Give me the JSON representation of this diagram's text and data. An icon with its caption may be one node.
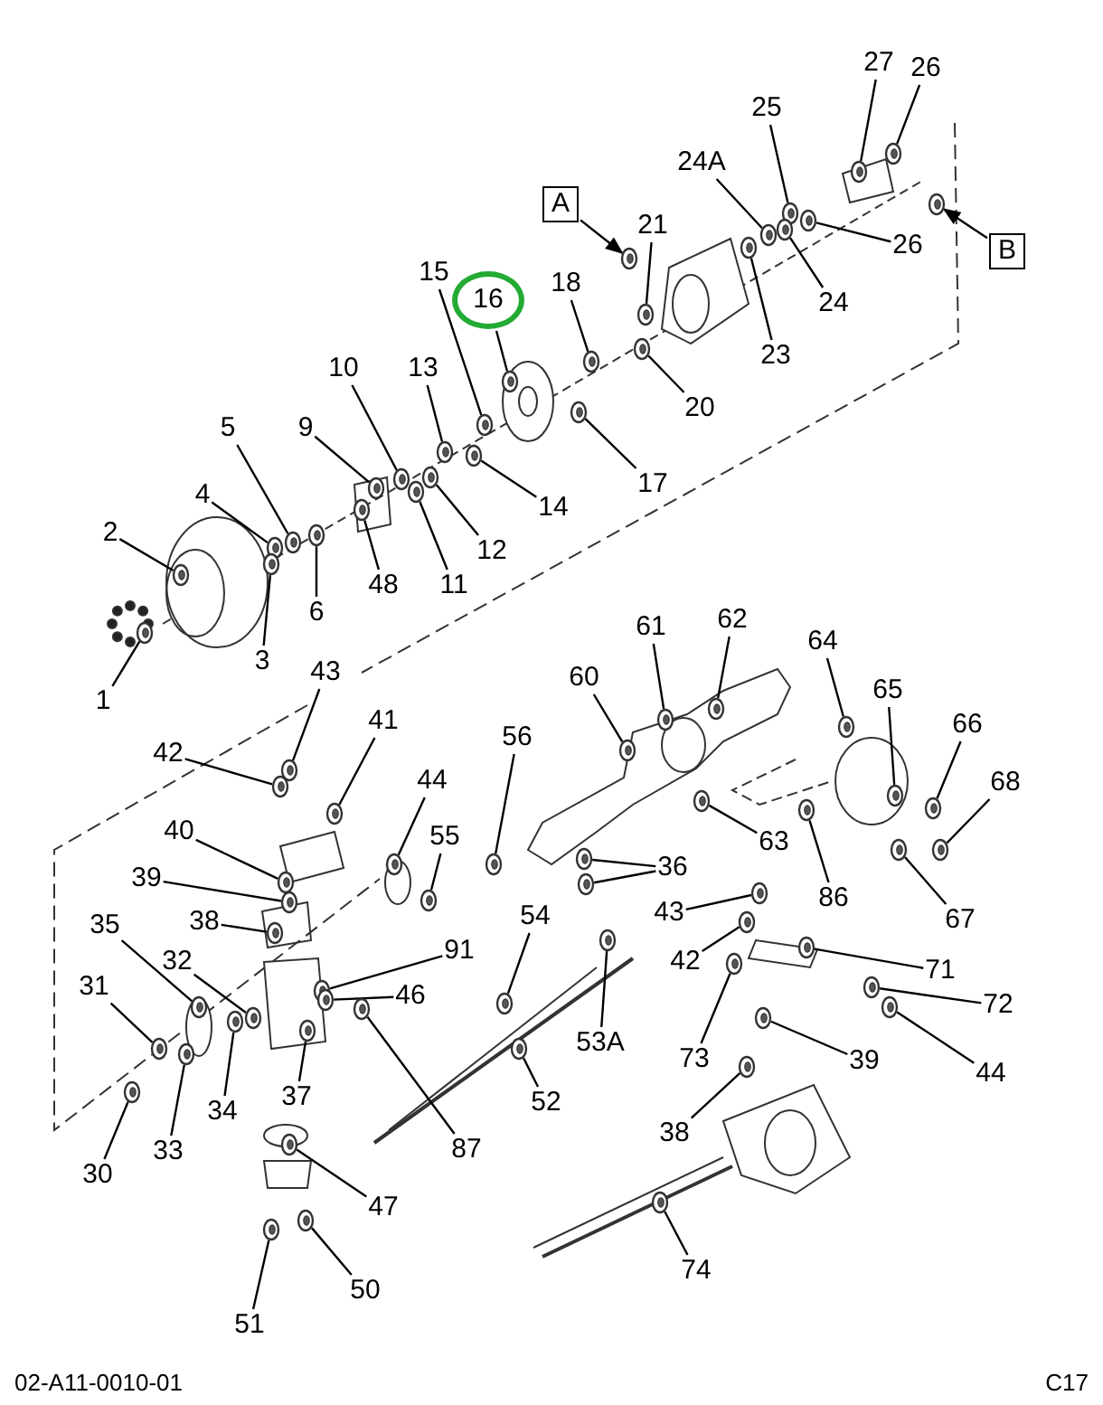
{
  "diagram": {
    "nodes": [
      {
        "text": [
          "27"
        ]
      },
      {
        "text": [
          "26"
        ]
      },
      {
        "text": [
          "25"
        ]
      },
      {
        "text": [
          "24A"
        ]
      },
      {
        "text": [
          "26"
        ]
      },
      {
        "text": [
          "24"
        ]
      },
      {
        "text": [
          "23"
        ]
      },
      {
        "text": [
          "21"
        ]
      },
      {
        "text": [
          "A"
        ]
      },
      {
        "text": [
          "B"
        ]
      },
      {
        "text": [
          "18"
        ]
      },
      {
        "text": [
          "20"
        ]
      },
      {
        "text": [
          "17"
        ]
      },
      {
        "text": [
          "16"
        ]
      },
      {
        "text": [
          "15"
        ]
      },
      {
        "text": [
          "14"
        ]
      },
      {
        "text": [
          "13"
        ]
      },
      {
        "text": [
          "12"
        ]
      },
      {
        "text": [
          "10"
        ]
      },
      {
        "text": [
          "11"
        ]
      },
      {
        "text": [
          "9"
        ]
      },
      {
        "text": [
          "48"
        ]
      },
      {
        "text": [
          "5"
        ]
      },
      {
        "text": [
          "4"
        ]
      },
      {
        "text": [
          "6"
        ]
      },
      {
        "text": [
          "2"
        ]
      },
      {
        "text": [
          "3"
        ]
      },
      {
        "text": [
          "1"
        ]
      },
      {
        "text": [
          "43"
        ]
      },
      {
        "text": [
          "42"
        ]
      },
      {
        "text": [
          "41"
        ]
      },
      {
        "text": [
          "44"
        ]
      },
      {
        "text": [
          "56"
        ]
      },
      {
        "text": [
          "55"
        ]
      },
      {
        "text": [
          "40"
        ]
      },
      {
        "text": [
          "39"
        ]
      },
      {
        "text": [
          "38"
        ]
      },
      {
        "text": [
          "91"
        ]
      },
      {
        "text": [
          "35"
        ]
      },
      {
        "text": [
          "32"
        ]
      },
      {
        "text": [
          "46"
        ]
      },
      {
        "text": [
          "31"
        ]
      },
      {
        "text": [
          "34"
        ]
      },
      {
        "text": [
          "33"
        ]
      },
      {
        "text": [
          "37"
        ]
      },
      {
        "text": [
          "30"
        ]
      },
      {
        "text": [
          "87"
        ]
      },
      {
        "text": [
          "54"
        ]
      },
      {
        "text": [
          "52"
        ]
      },
      {
        "text": [
          "53A"
        ]
      },
      {
        "text": [
          "60"
        ]
      },
      {
        "text": [
          "61"
        ]
      },
      {
        "text": [
          "62"
        ]
      },
      {
        "text": [
          "64"
        ]
      },
      {
        "text": [
          "65"
        ]
      },
      {
        "text": [
          "66"
        ]
      },
      {
        "text": [
          "68"
        ]
      },
      {
        "text": [
          "63"
        ]
      },
      {
        "text": [
          "36"
        ]
      },
      {
        "text": [
          "86"
        ]
      },
      {
        "text": [
          "67"
        ]
      },
      {
        "text": [
          "43"
        ]
      },
      {
        "text": [
          "42"
        ]
      },
      {
        "text": [
          "71"
        ]
      },
      {
        "text": [
          "72"
        ]
      },
      {
        "text": [
          "73"
        ]
      },
      {
        "text": [
          "39"
        ]
      },
      {
        "text": [
          "44"
        ]
      },
      {
        "text": [
          "38"
        ]
      },
      {
        "text": [
          "47"
        ]
      },
      {
        "text": [
          "74"
        ]
      },
      {
        "text": [
          "50"
        ]
      },
      {
        "text": [
          "51"
        ]
      },
      {
        "text": [],
        "shape": "picture"
      },
      {
        "text": [],
        "shape": "picture"
      },
      {
        "text": [],
        "shape": "picture"
      },
      {
        "text": [],
        "shape": "picture"
      },
      {
        "text": [],
        "shape": "picture"
      },
      {
        "text": [],
        "shape": "picture"
      },
      {
        "text": [],
        "shape": "picture"
      },
      {
        "text": [],
        "shape": "picture"
      },
      {
        "text": [],
        "shape": "picture"
      },
      {
        "text": [],
        "shape": "picture"
      },
      {
        "text": [],
        "shape": "picture"
      },
      {
        "text": [],
        "shape": "picture"
      },
      {
        "text": [],
        "shape": "picture"
      },
      {
        "text": [],
        "shape": "picture"
      },
      {
        "text": [],
        "shape": "picture"
      },
      {
        "text": [],
        "shape": "picture"
      },
      {
        "text": [],
        "shape": "picture"
      },
      {
        "text": [],
        "shape": "picture"
      },
      {
        "text": [],
        "shape": "picture"
      },
      {
        "text": [],
        "shape": "picture"
      },
      {
        "text": [],
        "shape": "picture"
      },
      {
        "text": [],
        "shape": "picture"
      },
      {
        "text": [],
        "shape": "picture"
      },
      {
        "text": [],
        "shape": "picture"
      },
      {
        "text": [],
        "shape": "picture"
      },
      {
        "text": [],
        "shape": "picture"
      },
      {
        "text": [],
        "shape": "picture"
      },
      {
        "text": [],
        "shape": "picture"
      },
      {
        "text": [],
        "shape": "picture"
      },
      {
        "text": [],
        "shape": "picture"
      },
      {
        "text": [],
        "shape": "picture"
      },
      {
        "text": [],
        "shape": "picture"
      },
      {
        "text": [],
        "shape": "picture"
      },
      {
        "text": [],
        "shape": "picture"
      },
      {
        "text": [],
        "shape": "picture"
      },
      {
        "text": [],
        "shape": "picture"
      },
      {
        "text": [],
        "shape": "picture"
      },
      {
        "text": [],
        "shape": "picture"
      },
      {
        "text": [],
        "shape": "picture"
      },
      {
        "text": [],
        "shape": "picture"
      },
      {
        "text": [],
        "shape": "picture"
      },
      {
        "text": [],
        "shape": "picture"
      },
      {
        "text": [],
        "shape": "picture"
      },
      {
        "text": [],
        "shape": "picture"
      },
      {
        "text": [],
        "shape": "picture"
      },
      {
        "text": [],
        "shape": "picture"
      },
      {
        "text": [],
        "shape": "picture"
      },
      {
        "text": [],
        "shape": "picture"
      },
      {
        "text": [],
        "shape": "picture"
      },
      {
        "text": [],
        "shape": "picture"
      },
      {
        "text": [],
        "shape": "picture"
      },
      {
        "text": [],
        "shape": "picture"
      },
      {
        "text": [],
        "shape": "picture"
      },
      {
        "text": [],
        "shape": "picture"
      },
      {
        "text": [],
        "shape": "picture"
      },
      {
        "text": [],
        "shape": "picture"
      },
      {
        "text": [],
        "shape": "picture"
      },
      {
        "text": [],
        "shape": "picture"
      },
      {
        "text": [],
        "shape": "picture"
      },
      {
        "text": [],
        "shape": "picture"
      },
      {
        "text": [],
        "shape": "picture"
      },
      {
        "text": [],
        "shape": "picture"
      },
      {
        "text": [],
        "shape": "picture"
      },
      {
        "text": [],
        "shape": "picture"
      },
      {
        "text": [],
        "shape": "picture"
      },
      {
        "text": [],
        "shape": "picture"
      },
      {
        "text": [],
        "shape": "picture"
      },
      {
        "text": [],
        "shape": "picture"
      },
      {
        "text": [],
        "shape": "picture"
      },
      {
        "text": [],
        "shape": "picture"
      },
      {
        "text": [],
        "shape": "picture"
      },
      {
        "text": [],
        "shape": "picture"
      },
      {
        "text": [],
        "shape": "picture"
      },
      {
        "text": [],
        "shape": "picture"
      }
    ],
    "edges": [
      {
        "from": 0,
        "to": 73,
        "arrow": "none"
      },
      {
        "from": 1,
        "to": 74,
        "arrow": "none"
      },
      {
        "from": 2,
        "to": 75,
        "arrow": "none"
      },
      {
        "from": 3,
        "to": 76,
        "arrow": "none"
      },
      {
        "from": 4,
        "to": 77,
        "arrow": "none"
      },
      {
        "from": 5,
        "to": 78,
        "arrow": "none"
      },
      {
        "from": 6,
        "to": 79,
        "arrow": "none"
      },
      {
        "from": 7,
        "to": 80,
        "arrow": "none"
      },
      {
        "from": 8,
        "to": 81,
        "arrow": "to"
      },
      {
        "from": 9,
        "to": 82,
        "arrow": "to"
      },
      {
        "from": 10,
        "to": 83,
        "arrow": "none"
      },
      {
        "from": 11,
        "to": 84,
        "arrow": "none"
      },
      {
        "from": 12,
        "to": 85,
        "arrow": "none"
      },
      {
        "from": 13,
        "to": 86,
        "arrow": "none"
      },
      {
        "from": 14,
        "to": 87,
        "arrow": "none"
      },
      {
        "from": 15,
        "to": 88,
        "arrow": "none"
      },
      {
        "from": 16,
        "to": 89,
        "arrow": "none"
      },
      {
        "from": 17,
        "to": 90,
        "arrow": "none"
      },
      {
        "from": 18,
        "to": 91,
        "arrow": "none"
      },
      {
        "from": 19,
        "to": 92,
        "arrow": "none"
      },
      {
        "from": 20,
        "to": 93,
        "arrow": "none"
      },
      {
        "from": 21,
        "to": 94,
        "arrow": "none"
      },
      {
        "from": 22,
        "to": 95,
        "arrow": "none"
      },
      {
        "from": 23,
        "to": 96,
        "arrow": "none"
      },
      {
        "from": 24,
        "to": 97,
        "arrow": "none"
      },
      {
        "from": 25,
        "to": 98,
        "arrow": "none"
      },
      {
        "from": 26,
        "to": 99,
        "arrow": "none"
      },
      {
        "from": 27,
        "to": 100,
        "arrow": "none"
      },
      {
        "from": 28,
        "to": 101,
        "arrow": "none"
      },
      {
        "from": 29,
        "to": 102,
        "arrow": "none"
      },
      {
        "from": 30,
        "to": 103,
        "arrow": "none"
      },
      {
        "from": 31,
        "to": 104,
        "arrow": "none"
      },
      {
        "from": 32,
        "to": 105,
        "arrow": "none"
      },
      {
        "from": 33,
        "to": 106,
        "arrow": "none"
      },
      {
        "from": 34,
        "to": 107,
        "arrow": "none"
      },
      {
        "from": 35,
        "to": 108,
        "arrow": "none"
      },
      {
        "from": 36,
        "to": 109,
        "arrow": "none"
      },
      {
        "from": 37,
        "to": 110,
        "arrow": "none"
      },
      {
        "from": 38,
        "to": 111,
        "arrow": "none"
      },
      {
        "from": 39,
        "to": 112,
        "arrow": "none"
      },
      {
        "from": 40,
        "to": 113,
        "arrow": "none"
      },
      {
        "from": 41,
        "to": 114,
        "arrow": "none"
      },
      {
        "from": 42,
        "to": 115,
        "arrow": "none"
      },
      {
        "from": 43,
        "to": 116,
        "arrow": "none"
      },
      {
        "from": 44,
        "to": 117,
        "arrow": "none"
      },
      {
        "from": 45,
        "to": 118,
        "arrow": "none"
      },
      {
        "from": 46,
        "to": 119,
        "arrow": "none"
      },
      {
        "from": 47,
        "to": 120,
        "arrow": "none"
      },
      {
        "from": 48,
        "to": 121,
        "arrow": "none"
      },
      {
        "from": 49,
        "to": 122,
        "arrow": "none"
      },
      {
        "from": 50,
        "to": 123,
        "arrow": "none"
      },
      {
        "from": 51,
        "to": 124,
        "arrow": "none"
      },
      {
        "from": 52,
        "to": 125,
        "arrow": "none"
      },
      {
        "from": 53,
        "to": 126,
        "arrow": "none"
      },
      {
        "from": 54,
        "to": 127,
        "arrow": "none"
      },
      {
        "from": 55,
        "to": 128,
        "arrow": "none"
      },
      {
        "from": 56,
        "to": 129,
        "arrow": "none"
      },
      {
        "from": 57,
        "to": 130,
        "arrow": "none"
      },
      {
        "from": 58,
        "to": 131,
        "arrow": "none"
      },
      {
        "from": 58,
        "to": 132,
        "arrow": "none"
      },
      {
        "from": 59,
        "to": 133,
        "arrow": "none"
      },
      {
        "from": 60,
        "to": 134,
        "arrow": "none"
      },
      {
        "from": 61,
        "to": 135,
        "arrow": "none"
      },
      {
        "from": 62,
        "to": 136,
        "arrow": "none"
      },
      {
        "from": 63,
        "to": 137,
        "arrow": "none"
      },
      {
        "from": 64,
        "to": 138,
        "arrow": "none"
      },
      {
        "from": 65,
        "to": 139,
        "arrow": "none"
      },
      {
        "from": 66,
        "to": 140,
        "arrow": "none"
      },
      {
        "from": 67,
        "to": 141,
        "arrow": "none"
      },
      {
        "from": 68,
        "to": 142,
        "arrow": "none"
      },
      {
        "from": 69,
        "to": 143,
        "arrow": "none"
      },
      {
        "from": 70,
        "to": 144,
        "arrow": "none"
      },
      {
        "from": 71,
        "to": 145,
        "arrow": "none"
      },
      {
        "from": 72,
        "to": 146,
        "arrow": "none"
      }
    ],
    "labels": [
      "02-A11-0010-01",
      "C17"
    ]
  }
}
